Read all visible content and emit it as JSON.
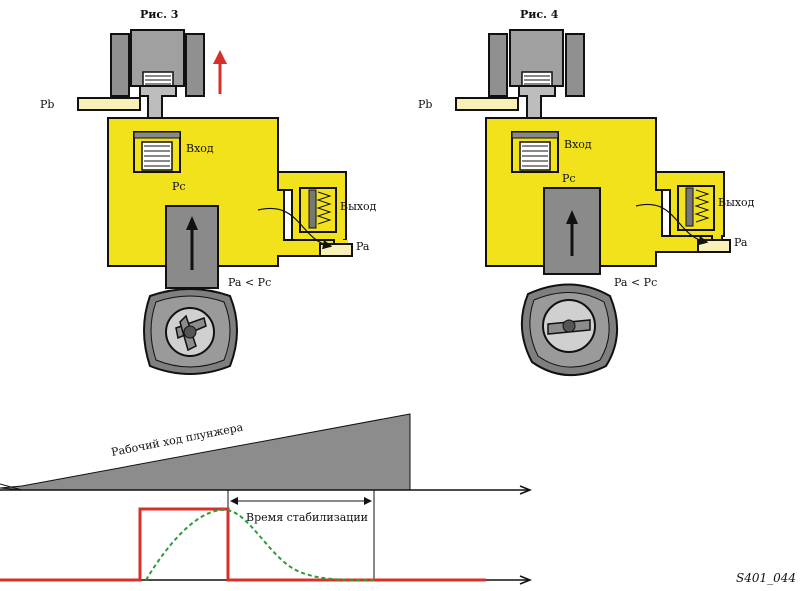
{
  "figures": [
    {
      "title": "Рис. 3",
      "labels": {
        "pb": "Pb",
        "inlet": "Вход",
        "pc": "Pc",
        "outlet": "Выход",
        "pa": "Pa",
        "relation": "Pa < Pc"
      }
    },
    {
      "title": "Рис. 4",
      "labels": {
        "pb": "Pb",
        "inlet": "Вход",
        "pc": "Pc",
        "outlet": "Выход",
        "pa": "Pa",
        "relation": "Pa < Pc"
      }
    }
  ],
  "timing": {
    "stroke_label": "Рабочий ход плунжера",
    "stabilization_label": "Время стабилизации"
  },
  "footer": {
    "code": "S401_044"
  },
  "colors": {
    "body_yellow": "#f2e21b",
    "plunger_gray": "#8a8a8a",
    "dark": "#111111",
    "red": "#d7302c",
    "green": "#2a9d3a",
    "wedge_gray": "#8c8c8c",
    "pipe_yellow": "#f7f1b8"
  }
}
